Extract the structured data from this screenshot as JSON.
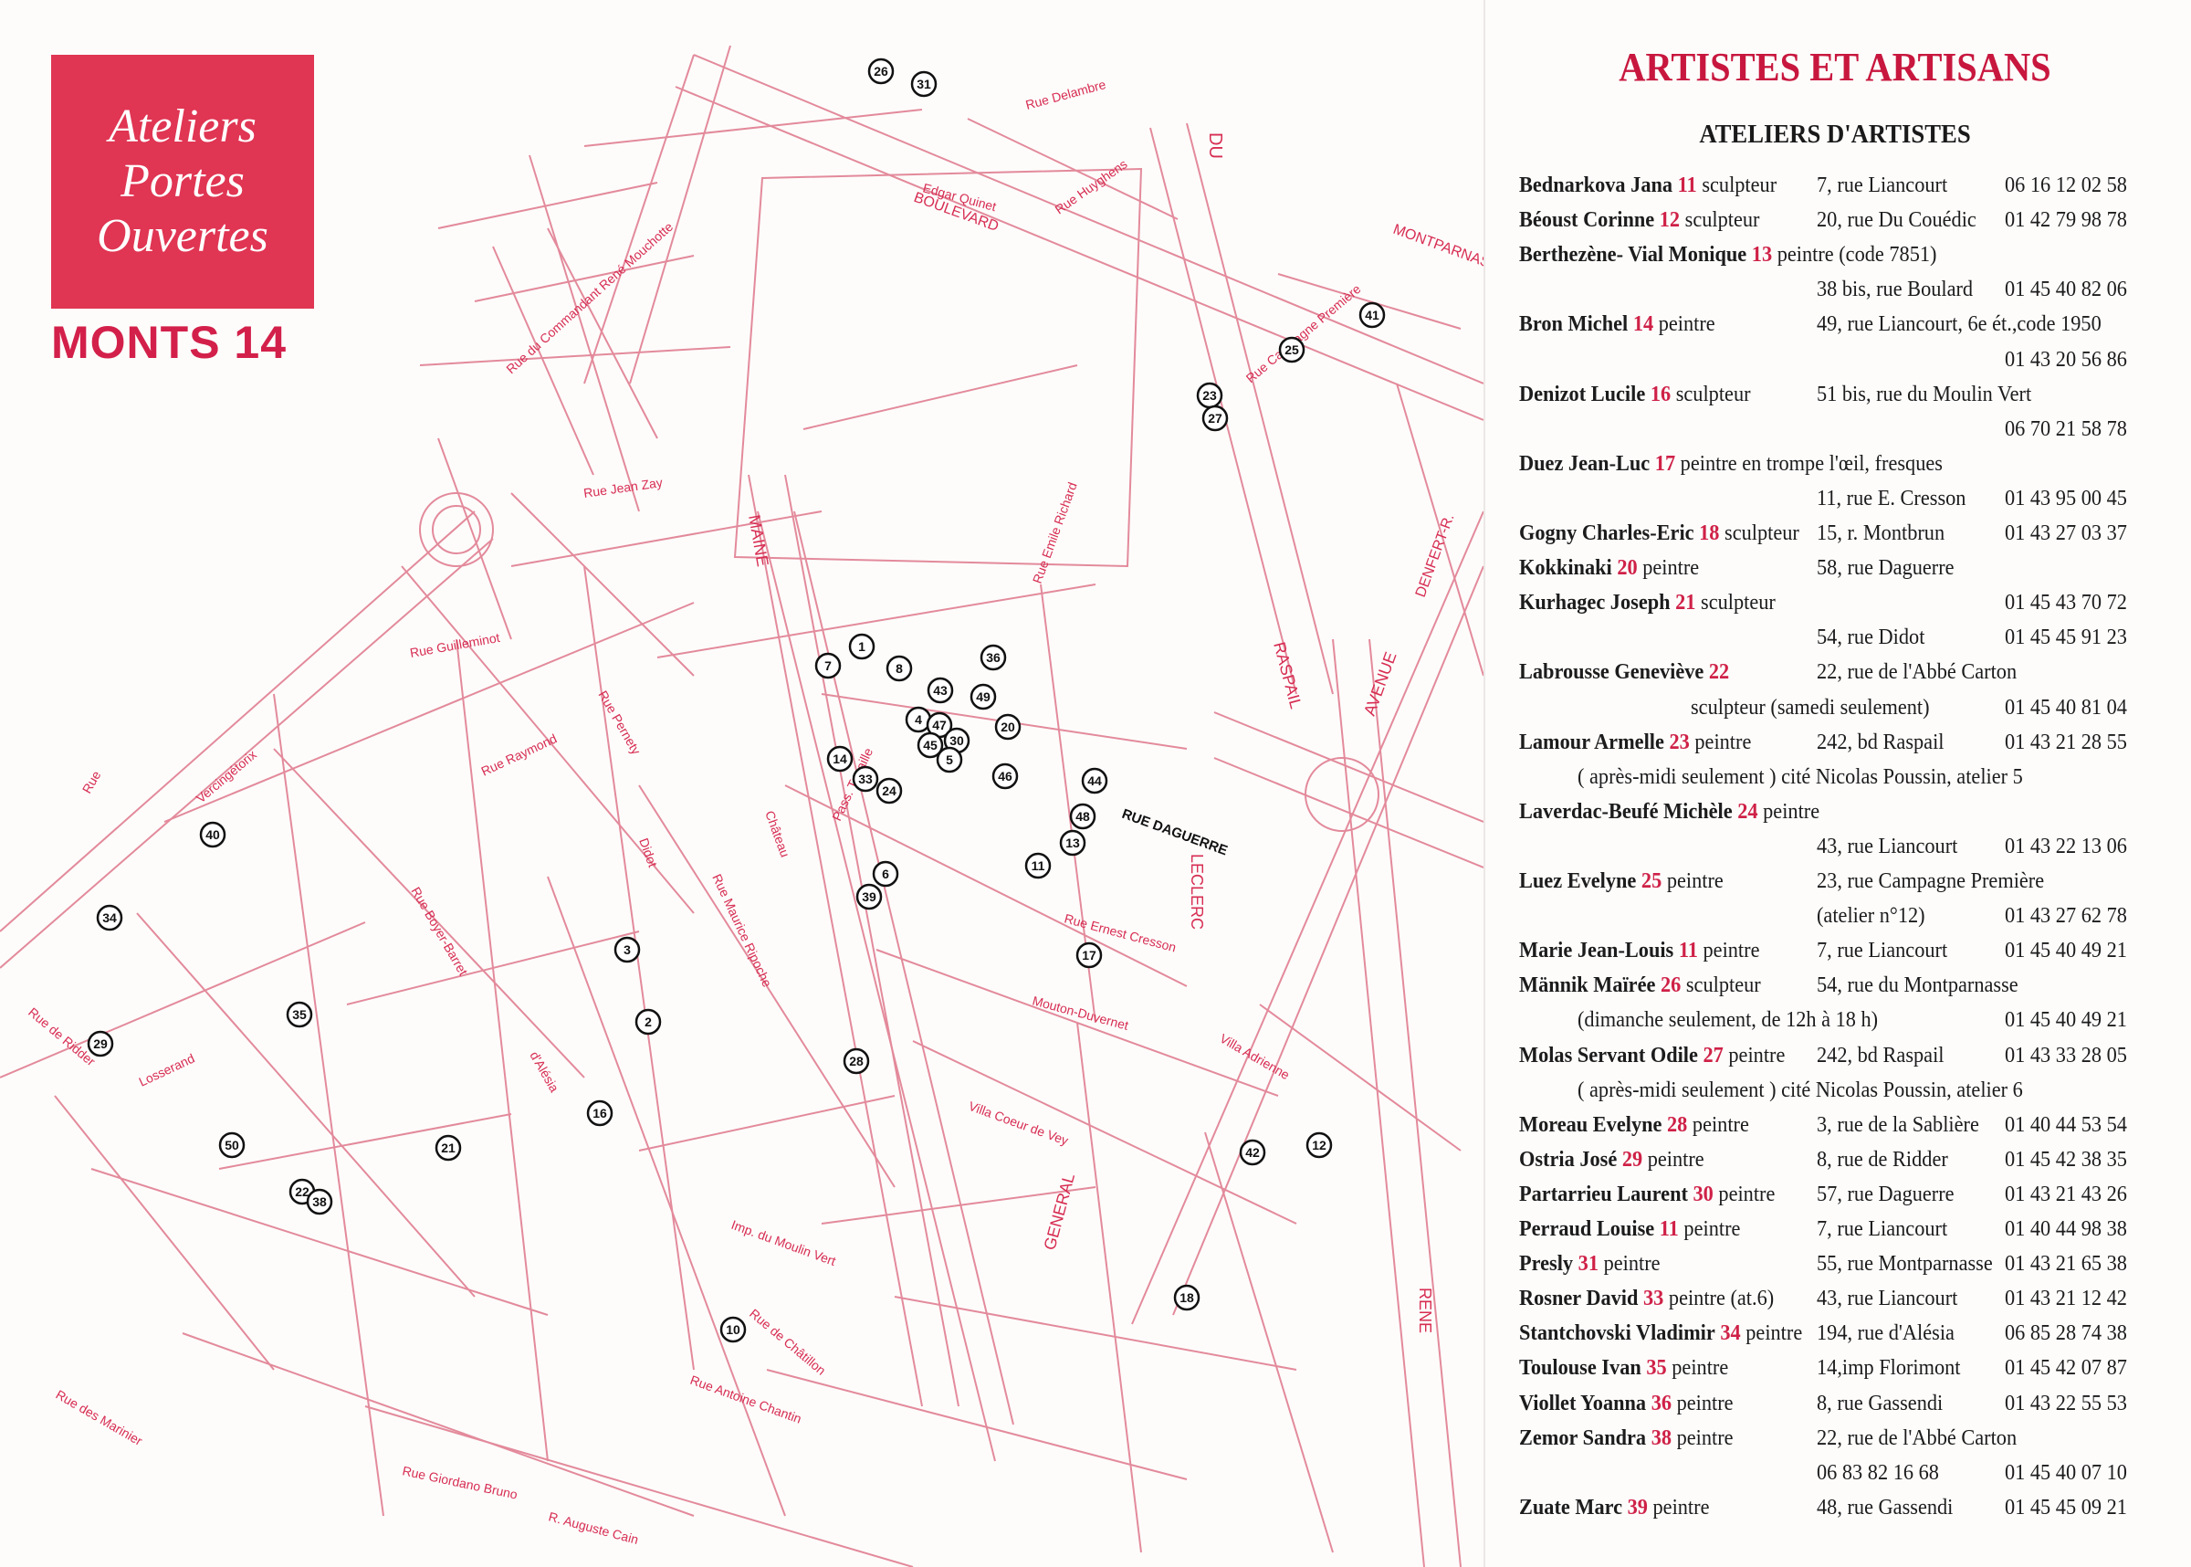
{
  "brand": {
    "line1": "Ateliers",
    "line2": "Portes",
    "line3": "Ouvertes",
    "subtitle": "MONTS 14"
  },
  "panel": {
    "title": "ARTISTES ET ARTISANS",
    "subtitle": "ATELIERS D'ARTISTES"
  },
  "entries": [
    {
      "name": "Bednarkova Jana",
      "num": "11",
      "role": "sculpteur",
      "addr": "7, rue Liancourt",
      "tel": "06 16 12 02 58"
    },
    {
      "name": "Béoust Corinne",
      "num": "12",
      "role": "sculpteur",
      "addr": "20, rue Du Couédic",
      "tel": "01 42 79 98 78"
    },
    {
      "name": "Berthezène- Vial Monique",
      "num": "13",
      "role": "peintre (code 7851)",
      "addr": "",
      "tel": "",
      "sub": [
        {
          "addr": "38 bis, rue Boulard",
          "tel": "01 45 40 82 06"
        }
      ]
    },
    {
      "name": "Bron Michel",
      "num": "14",
      "role": "peintre",
      "addr": "49, rue Liancourt, 6e ét.,code 1950",
      "tel": "",
      "sub": [
        {
          "addr": "",
          "tel": "01 43 20 56 86"
        }
      ]
    },
    {
      "name": "Denizot Lucile",
      "num": "16",
      "role": "sculpteur",
      "addr": "51 bis, rue du Moulin Vert",
      "tel": "",
      "sub": [
        {
          "addr": "",
          "tel": "06 70 21 58 78"
        }
      ]
    },
    {
      "name": "Duez Jean-Luc",
      "num": "17",
      "role": "peintre en trompe l'œil, fresques",
      "addr": "",
      "tel": "",
      "sub": [
        {
          "addr": "11, rue E. Cresson",
          "tel": "01 43 95 00 45"
        }
      ]
    },
    {
      "name": "Gogny Charles-Eric",
      "num": "18",
      "role": "sculpteur",
      "addr": "15, r. Montbrun",
      "tel": "01 43 27 03 37"
    },
    {
      "name": "Kokkinaki",
      "num": "20",
      "role": "peintre",
      "addr": "58, rue Daguerre",
      "tel": ""
    },
    {
      "name": "Kurhagec Joseph",
      "num": "21",
      "role": "sculpteur",
      "addr": "",
      "tel": "01 45 43 70 72",
      "sub": [
        {
          "addr": "54, rue Didot",
          "tel": "01 45 45 91 23"
        }
      ]
    },
    {
      "name": "Labrousse Geneviève",
      "num": "22",
      "role": "",
      "addr": "22, rue de l'Abbé Carton",
      "tel": "",
      "sub": [
        {
          "addr": "sculpteur (samedi seulement)",
          "tel": "01 45 40 81 04"
        }
      ]
    },
    {
      "name": "Lamour Armelle",
      "num": "23",
      "role": "peintre",
      "addr": "242, bd Raspail",
      "tel": "01 43 21 28 55",
      "sub": [
        {
          "addr": "( après-midi seulement )  cité Nicolas Poussin, atelier 5",
          "tel": ""
        }
      ]
    },
    {
      "name": "Laverdac-Beufé Michèle",
      "num": "24",
      "role": "peintre",
      "addr": "",
      "tel": "",
      "sub": [
        {
          "addr": "43, rue Liancourt",
          "tel": "01 43 22 13 06"
        }
      ]
    },
    {
      "name": "Luez Evelyne",
      "num": "25",
      "role": "peintre",
      "addr": "23, rue Campagne Première",
      "tel": "",
      "sub": [
        {
          "addr": "(atelier n°12)",
          "tel": "01 43 27 62 78"
        }
      ]
    },
    {
      "name": "Marie Jean-Louis",
      "num": "11",
      "role": "peintre",
      "addr": "7, rue Liancourt",
      "tel": "01 45 40 49 21"
    },
    {
      "name": "Männik Maïrée",
      "num": "26",
      "role": "sculpteur",
      "addr": "54, rue du Montparnasse",
      "tel": "",
      "sub": [
        {
          "addr": "(dimanche seulement, de 12h à 18 h)",
          "tel": "01 45 40 49 21"
        }
      ]
    },
    {
      "name": "Molas Servant Odile",
      "num": "27",
      "role": "peintre",
      "addr": "242, bd Raspail",
      "tel": "01 43 33 28 05",
      "sub": [
        {
          "addr": "( après-midi seulement )  cité Nicolas Poussin, atelier 6",
          "tel": ""
        }
      ]
    },
    {
      "name": "Moreau Evelyne",
      "num": "28",
      "role": "peintre",
      "addr": "3, rue de la Sablière",
      "tel": "01 40 44 53 54"
    },
    {
      "name": "Ostria José",
      "num": "29",
      "role": "peintre",
      "addr": "8, rue de Ridder",
      "tel": "01 45 42 38 35"
    },
    {
      "name": "Partarrieu Laurent",
      "num": "30",
      "role": "peintre",
      "addr": "57, rue Daguerre",
      "tel": "01 43 21 43 26"
    },
    {
      "name": "Perraud Louise",
      "num": "11",
      "role": "peintre",
      "addr": "7, rue Liancourt",
      "tel": "01 40 44 98 38"
    },
    {
      "name": "Presly",
      "num": "31",
      "role": "peintre",
      "addr": "55, rue Montparnasse",
      "tel": "01 43 21 65 38"
    },
    {
      "name": "Rosner David",
      "num": "33",
      "role": "peintre (at.6)",
      "addr": "43, rue Liancourt",
      "tel": "01 43 21 12 42"
    },
    {
      "name": "Stantchovski Vladimir",
      "num": "34",
      "role": "peintre",
      "addr": "194, rue d'Alésia",
      "tel": "06 85 28 74 38"
    },
    {
      "name": "Toulouse Ivan",
      "num": "35",
      "role": "peintre",
      "addr": "14,imp Florimont",
      "tel": "01 45 42 07 87"
    },
    {
      "name": "Viollet Yoanna",
      "num": "36",
      "role": "peintre",
      "addr": "8, rue Gassendi",
      "tel": "01 43 22 55 53"
    },
    {
      "name": "Zemor Sandra",
      "num": "38",
      "role": "peintre",
      "addr": "22, rue de l'Abbé Carton",
      "tel": "",
      "sub": [
        {
          "addr": "06 83 82 16 68",
          "tel": "01 45 40 07 10"
        }
      ]
    },
    {
      "name": "Zuate Marc",
      "num": "39",
      "role": "peintre",
      "addr": "48, rue Gassendi",
      "tel": "01 45 45 09 21"
    }
  ],
  "map": {
    "colors": {
      "street": "#e07a8d",
      "label": "#d72d52",
      "bg": "#fdfcfb"
    },
    "streets": [
      {
        "name": "BOULEVARD"
      },
      {
        "name": "DU"
      },
      {
        "name": "MONTPARNASSE"
      },
      {
        "name": "RASPAIL"
      },
      {
        "name": "AVENUE"
      },
      {
        "name": "DENFERT-R."
      },
      {
        "name": "MAINE"
      },
      {
        "name": "RUE DAGUERRE"
      },
      {
        "name": "LECLERC"
      },
      {
        "name": "GENERAL"
      },
      {
        "name": "RENE"
      },
      {
        "name": "Rue"
      },
      {
        "name": "Vercingétorix"
      },
      {
        "name": "Rue du Commandant René Mouchotte"
      },
      {
        "name": "Rue Jean Zay"
      },
      {
        "name": "Losserand"
      },
      {
        "name": "d'Alésia"
      },
      {
        "name": "Didot"
      },
      {
        "name": "Rue Boyer-Barret"
      },
      {
        "name": "Rue Ernest Cresson"
      },
      {
        "name": "Mouton-Duvernet"
      },
      {
        "name": "Villa Adrienne"
      },
      {
        "name": "Rue de Ridder"
      },
      {
        "name": "Rue Giordano Bruno"
      },
      {
        "name": "R. Auguste Cain"
      },
      {
        "name": "Rue des Marinier"
      },
      {
        "name": "Rue Antoine Chantin"
      },
      {
        "name": "Rue de Châtillon"
      },
      {
        "name": "Villa Coeur de Vey"
      },
      {
        "name": "Imp. du Moulin Vert"
      },
      {
        "name": "Rue Delambre"
      },
      {
        "name": "Edgar Quinet"
      },
      {
        "name": "Rue Huyghens"
      },
      {
        "name": "Rue Emile Richard"
      },
      {
        "name": "Pass. Tenaille"
      },
      {
        "name": "Rue Maurice Ripoche"
      },
      {
        "name": "Rue Pernety"
      },
      {
        "name": "Rue Raymond"
      },
      {
        "name": "Rue Guilleminot"
      },
      {
        "name": "Rue Campagne Première"
      },
      {
        "name": "Château"
      }
    ],
    "markers": [
      {
        "num": "26"
      },
      {
        "num": "31"
      },
      {
        "num": "41"
      },
      {
        "num": "25"
      },
      {
        "num": "23"
      },
      {
        "num": "27"
      },
      {
        "num": "1"
      },
      {
        "num": "7"
      },
      {
        "num": "8"
      },
      {
        "num": "36"
      },
      {
        "num": "43"
      },
      {
        "num": "49"
      },
      {
        "num": "4"
      },
      {
        "num": "47"
      },
      {
        "num": "30"
      },
      {
        "num": "45"
      },
      {
        "num": "5"
      },
      {
        "num": "20"
      },
      {
        "num": "14"
      },
      {
        "num": "33"
      },
      {
        "num": "24"
      },
      {
        "num": "46"
      },
      {
        "num": "44"
      },
      {
        "num": "48"
      },
      {
        "num": "13"
      },
      {
        "num": "11"
      },
      {
        "num": "6"
      },
      {
        "num": "39"
      },
      {
        "num": "17"
      },
      {
        "num": "3"
      },
      {
        "num": "2"
      },
      {
        "num": "28"
      },
      {
        "num": "40"
      },
      {
        "num": "34"
      },
      {
        "num": "35"
      },
      {
        "num": "29"
      },
      {
        "num": "16"
      },
      {
        "num": "21"
      },
      {
        "num": "50"
      },
      {
        "num": "22"
      },
      {
        "num": "38"
      },
      {
        "num": "10"
      },
      {
        "num": "18"
      },
      {
        "num": "42"
      },
      {
        "num": "12"
      }
    ]
  }
}
